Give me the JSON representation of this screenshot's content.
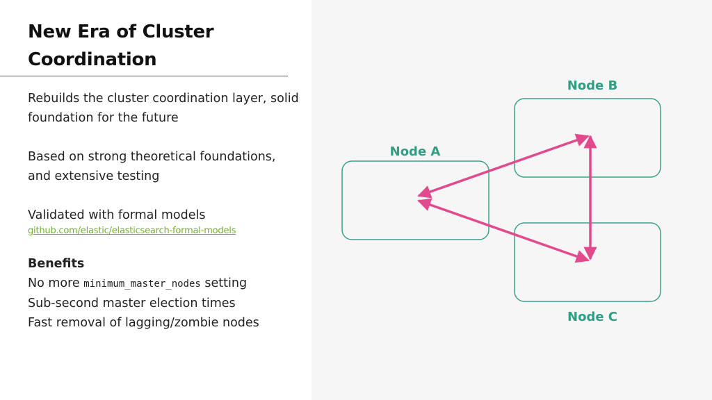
{
  "slide": {
    "title": "New Era of Cluster Coordination",
    "bullets": [
      "Rebuilds the cluster coordination layer, solid foundation for the future",
      "Based on strong theoretical foundations, and extensive testing",
      "Validated with formal models"
    ],
    "link": "github.com/elastic/elasticsearch-formal-models",
    "benefits": {
      "heading": "Benefits",
      "item1_prefix": "No more ",
      "item1_code": "minimum_master_nodes",
      "item1_suffix": " setting",
      "item2": "Sub-second master election times",
      "item3": "Fast removal of lagging/zombie nodes"
    }
  },
  "diagram": {
    "nodes": [
      {
        "id": "A",
        "label": "Node A"
      },
      {
        "id": "B",
        "label": "Node B"
      },
      {
        "id": "C",
        "label": "Node C"
      }
    ],
    "edges": [
      {
        "from": "A",
        "to": "B",
        "bidirectional": true
      },
      {
        "from": "A",
        "to": "C",
        "bidirectional": true
      },
      {
        "from": "B",
        "to": "C",
        "bidirectional": true
      }
    ],
    "colors": {
      "node_border": "#3aa08a",
      "node_label": "#2f9e84",
      "arrow": "#e14b8e",
      "link": "#74b02c",
      "panel_background": "#f6f6f6"
    }
  }
}
